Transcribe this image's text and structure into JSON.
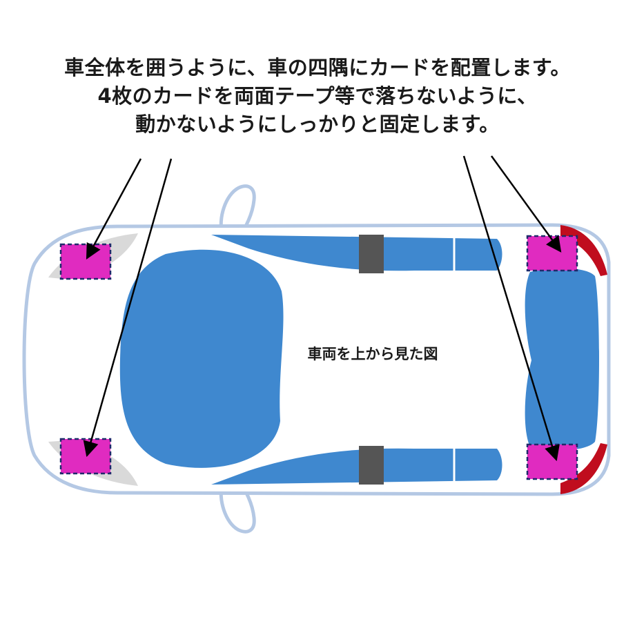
{
  "instructions": {
    "line1": "車全体を囲うように、車の四隅にカードを配置します。",
    "line2": "4枚のカードを両面テープ等で落ちないように、",
    "line3": "動かないようにしっかりと固定します。"
  },
  "car_label": "車両を上から見た図",
  "colors": {
    "car_outline": "#b4c8e4",
    "window_blue": "#3f88cf",
    "pillar_gray": "#555555",
    "card_magenta": "#e02bc0",
    "card_border": "#1f2a6b",
    "tail_light_red": "#c00d1e",
    "headlight_gray": "#d9d9d9",
    "arrow": "#000000"
  },
  "icons": {
    "card": "rectangle-card",
    "car": "top-view-car"
  }
}
